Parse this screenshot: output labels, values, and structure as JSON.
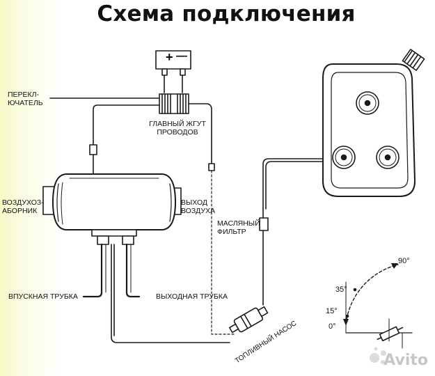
{
  "title": "Схема подключения",
  "labels": {
    "switch": [
      "ПЕРЕКЛ-",
      "ЮЧАТЕЛЬ"
    ],
    "harness": [
      "ГЛАВНЫЙ ЖГУТ",
      "ПРОВОДОВ"
    ],
    "air_intake": [
      "ВОЗДУХОЗ-",
      "АБОРНИК"
    ],
    "air_outlet": [
      "ВЫХОД",
      "ВОЗДУХА"
    ],
    "oil_filter": [
      "МАСЛЯНЫЙ",
      "ФИЛЬТР"
    ],
    "inlet_pipe": "ВПУСКНАЯ ТРУБКА",
    "outlet_pipe": "ВЫХОДНАЯ ТРУБКА",
    "fuel_pump": "ТОПЛИВНЫЙ НАСОС"
  },
  "battery": {
    "plus": "+",
    "minus": "—"
  },
  "angles": [
    "90°",
    "35°",
    "15°",
    "0°"
  ],
  "watermark": "Avito"
}
